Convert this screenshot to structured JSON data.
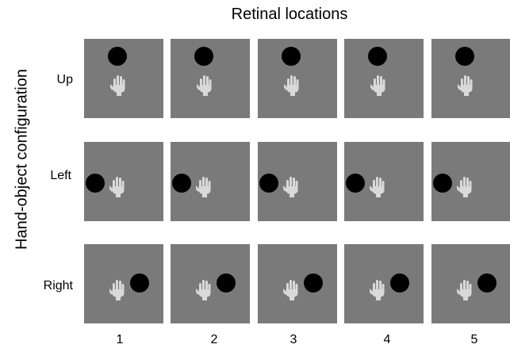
{
  "title": "Retinal locations",
  "y_axis_label": "Hand-object configuration",
  "rows": [
    {
      "key": "up",
      "label": "Up"
    },
    {
      "key": "left",
      "label": "Left"
    },
    {
      "key": "right",
      "label": "Right"
    }
  ],
  "columns": [
    "1",
    "2",
    "3",
    "4",
    "5"
  ],
  "colors": {
    "panel_background": "#7a7a7a",
    "object": "#000000",
    "hand": "#d9d9d9"
  },
  "icons": {
    "object": "black-disc",
    "hand": "raised-hand-silhouette"
  }
}
